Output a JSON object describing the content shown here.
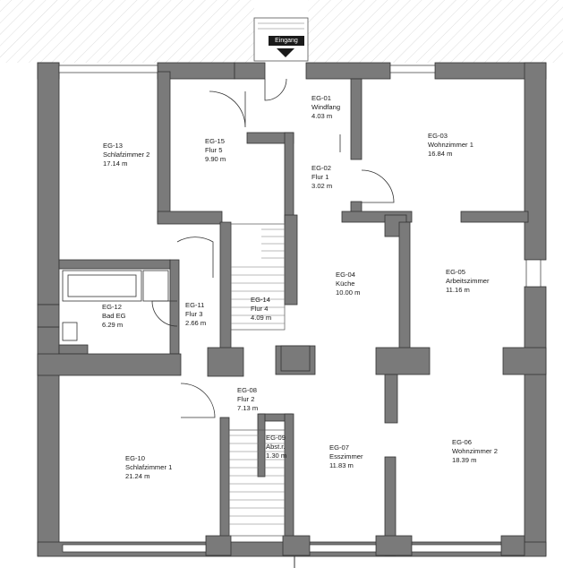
{
  "plan": {
    "entrance_label": "Eingang",
    "rooms": [
      {
        "code": "EG-01",
        "name": "Windfang",
        "area": "4.03 m"
      },
      {
        "code": "EG-02",
        "name": "Flur 1",
        "area": "3.02 m"
      },
      {
        "code": "EG-03",
        "name": "Wohnzimmer 1",
        "area": "16.84 m"
      },
      {
        "code": "EG-04",
        "name": "Küche",
        "area": "10.00 m"
      },
      {
        "code": "EG-05",
        "name": "Arbeitszimmer",
        "area": "11.16 m"
      },
      {
        "code": "EG-06",
        "name": "Wohnzimmer 2",
        "area": "18.39 m"
      },
      {
        "code": "EG-07",
        "name": "Esszimmer",
        "area": "11.83 m"
      },
      {
        "code": "EG-08",
        "name": "Flur 2",
        "area": "7.13 m"
      },
      {
        "code": "EG-09",
        "name": "Abst.r.",
        "area": "1.30 m"
      },
      {
        "code": "EG-10",
        "name": "Schlafzimmer 1",
        "area": "21.24 m"
      },
      {
        "code": "EG-11",
        "name": "Flur 3",
        "area": "2.66 m"
      },
      {
        "code": "EG-12",
        "name": "Bad EG",
        "area": "6.29 m"
      },
      {
        "code": "EG-13",
        "name": "Schlafzimmer 2",
        "area": "17.14 m"
      },
      {
        "code": "EG-14",
        "name": "Flur 4",
        "area": "4.09 m"
      },
      {
        "code": "EG-15",
        "name": "Flur 5",
        "area": "9.90 m"
      }
    ]
  }
}
